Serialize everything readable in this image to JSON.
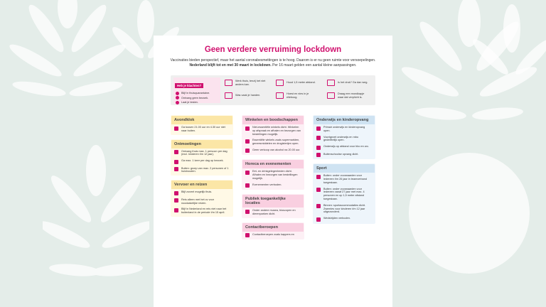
{
  "title": "Geen verdere verruiming lockdown",
  "intro": {
    "line1": "Vaccinaties bieden perspectief, maar het aantal coronabesmettingen is te hoog. Daarom is er nu geen ruimte voor versoepelingen.",
    "line2_bold": "Nederland blijft tot en met 30 maart in lockdown.",
    "line2_rest": " Per 16 maart gelden een aantal kleine aanpassingen."
  },
  "symptoms": {
    "tag": "Heb je klachten?",
    "rows": [
      "Blijf in thuisquarantaine.",
      "Ontvang geen bezoek.",
      "Laat je testen."
    ],
    "cells": [
      "Werk thuis, tenzij het niet anders kan.",
      "Houd 1,5 meter afstand.",
      "Is het druk? Ga dan weg.",
      "Was vaak je handen.",
      "Hoest en nies in je elleboog.",
      "Draag een mondkapje waar dat verplicht is."
    ]
  },
  "col1": [
    {
      "header": "Avondklok",
      "items": [
        "Ga tussen 21.00 uur en 4.30 uur niet naar buiten."
      ]
    },
    {
      "header": "Ontmoetingen",
      "items": [
        "Ontvang thuis max. 1 persoon per dag (excl. kinderen t/m 12 jaar).",
        "Ga max. 1 keer per dag op bezoek.",
        "Buiten: groep van max. 2 personen of 1 huishouden."
      ]
    },
    {
      "header": "Vervoer en reizen",
      "items": [
        "Blijf zoveel mogelijk thuis.",
        "Reis alleen met het ov voor noodzakelijke reizen.",
        "Blijf in Nederland en reis niet naar het buitenland in de periode t/m 15 april."
      ]
    }
  ],
  "col2": [
    {
      "header": "Winkelen en boodschappen",
      "items": [
        "Niet-essentiële winkels dicht. Winkelen op afspraak en afhalen en bezorgen van bestellingen mogelijk.",
        "Essentiële winkels zoals supermarkten, geneesmiddelen en drogisterijen open.",
        "Geen verkoop van alcohol na 20.00 uur."
      ]
    },
    {
      "header": "Horeca en evenementen",
      "items": [
        "Eet- en drinkgelegenheden dicht. Afhalen en bezorgen van bestellingen mogelijk.",
        "Evenementen verboden."
      ]
    },
    {
      "header": "Publiek toegankelijke locaties",
      "items": [
        "Onder andere musea, bioscopen en dierenparken dicht."
      ]
    },
    {
      "header": "Contactberoepen",
      "items": [
        "Contactberoepen zoals kappers en"
      ]
    }
  ],
  "col3": [
    {
      "header": "Onderwijs en kinderopvang",
      "items": [
        "Primair onderwijs en kinderopvang open.",
        "Voortgezet onderwijs en mbo gedeeltelijk open.",
        "Onderwijs op afstand voor hbo en wo.",
        "Buitenschoolse opvang dicht."
      ]
    },
    {
      "header": "Sport",
      "items": [
        "Buiten: onder voorwaarden voor iedereen t/m 26 jaar in teamverband toegestaan.",
        "Buiten: onder voorwaarden voor iedereen vanaf 27 jaar met max. 4 personen en op 1,5 meter afstand toegestaan.",
        "Binnen: sportaccommodaties dicht. Zwemles voor kinderen t/m 12 jaar uitgezonderd.",
        "Wedstrijden verboden."
      ]
    }
  ],
  "colors": {
    "accent": "#d0106e",
    "yellow": "#fbe6a6",
    "pink": "#f9cfe0",
    "blue": "#cfe3f2"
  }
}
